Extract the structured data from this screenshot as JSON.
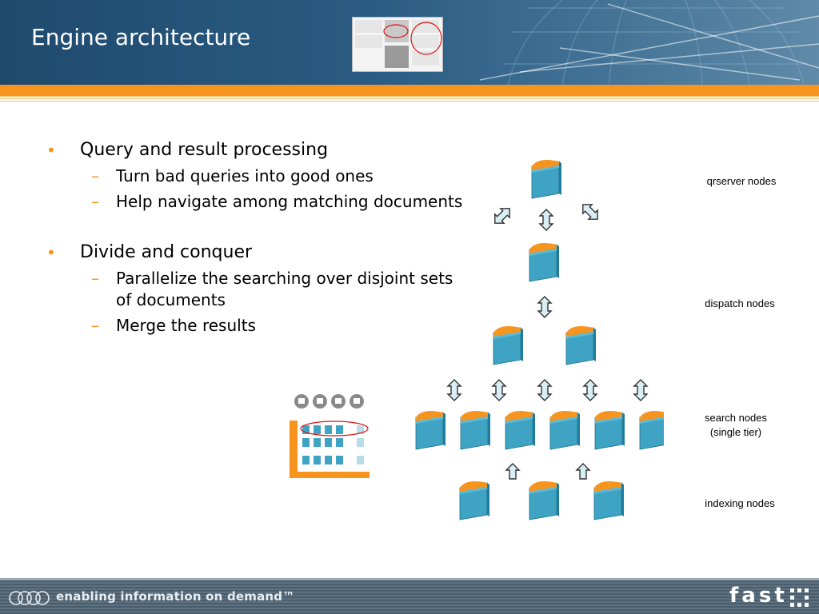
{
  "slide": {
    "title": "Engine architecture"
  },
  "bullets": [
    {
      "text": "Query and result processing",
      "sub": [
        "Turn bad queries into good ones",
        "Help navigate among matching documents"
      ]
    },
    {
      "text": "Divide and conquer",
      "sub": [
        "Parallelize the searching over disjoint sets of documents",
        "Merge the results"
      ]
    }
  ],
  "diagram": {
    "labels": {
      "qrserver": "qrserver nodes",
      "dispatch": "dispatch nodes",
      "search": "search nodes\n(single tier)",
      "indexing": "indexing nodes"
    },
    "tiers": {
      "qrserver": 1,
      "dispatch": 3,
      "search": 6,
      "indexing": 3
    }
  },
  "footer": {
    "tagline": "enabling information on demand™",
    "brand": "fast"
  },
  "colors": {
    "orange": "#f7941d",
    "blue": "#2a5b82",
    "node_blue": "#3fa3c4",
    "node_top": "#f7941d"
  },
  "icons": [
    "bullet-dot-icon",
    "double-arrow-icon",
    "up-arrow-icon",
    "server-node-icon",
    "globe-graphic",
    "logo-rings-icon"
  ]
}
